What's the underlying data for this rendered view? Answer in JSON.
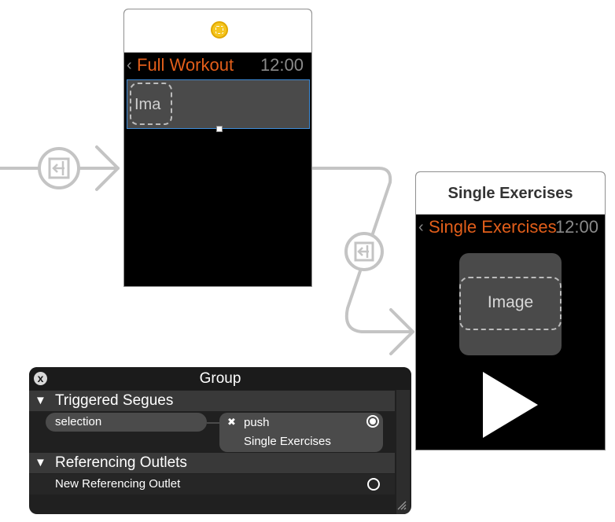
{
  "scene_full_workout": {
    "watch_title": "Full Workout",
    "time": "12:00",
    "image_placeholder": "Ima"
  },
  "scene_single_exercises": {
    "scene_title": "Single Exercises",
    "watch_title": "Single Exercises",
    "time": "12:00",
    "image_placeholder": "Image"
  },
  "group_panel": {
    "title": "Group",
    "close_icon": "x",
    "triggered_segues": {
      "header": "Triggered Segues",
      "toggle_icon": "▼",
      "segue_source": "selection",
      "connection": {
        "remove_icon": "✖",
        "type": "push",
        "destination": "Single Exercises"
      }
    },
    "referencing_outlets": {
      "header": "Referencing Outlets",
      "toggle_icon": "▼",
      "new_outlet": "New Referencing Outlet"
    }
  },
  "colors": {
    "accent_orange": "#e25e1a",
    "selection_blue": "#3d8bd8",
    "segue_gray": "#c4c4c4",
    "panel_bg": "#202020"
  }
}
